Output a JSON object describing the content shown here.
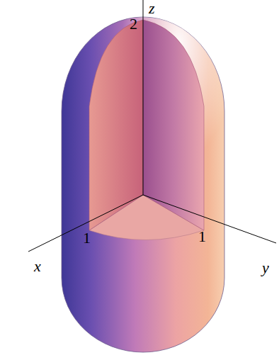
{
  "diagram": {
    "labels": [
      "z",
      "2",
      "1",
      "1",
      "x",
      "y"
    ]
  }
}
